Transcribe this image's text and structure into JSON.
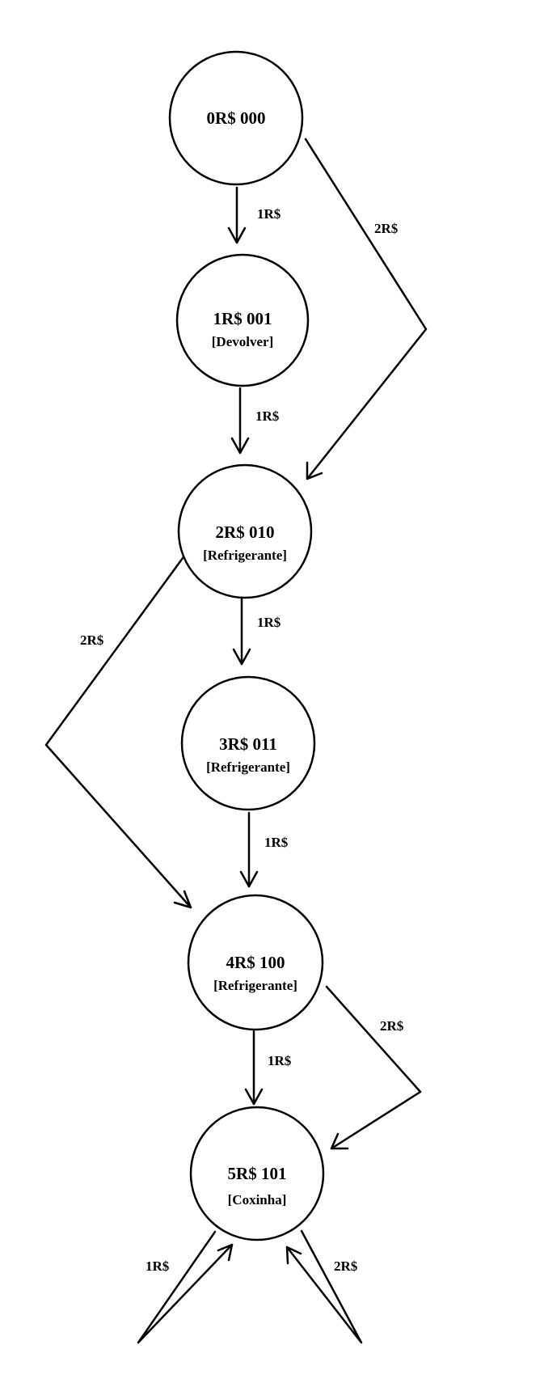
{
  "states": [
    {
      "id": "s0",
      "name": "0R$ 000",
      "output": ""
    },
    {
      "id": "s1",
      "name": "1R$ 001",
      "output": "[Devolver]"
    },
    {
      "id": "s2",
      "name": "2R$ 010",
      "output": "[Refrigerante]"
    },
    {
      "id": "s3",
      "name": "3R$ 011",
      "output": "[Refrigerante]"
    },
    {
      "id": "s4",
      "name": "4R$ 100",
      "output": "[Refrigerante]"
    },
    {
      "id": "s5",
      "name": "5R$ 101",
      "output": "[Coxinha]"
    }
  ],
  "transitions": [
    {
      "from": "0R$ 000",
      "to": "1R$ 001",
      "label": "1R$"
    },
    {
      "from": "0R$ 000",
      "to": "2R$ 010",
      "label": "2R$"
    },
    {
      "from": "1R$ 001",
      "to": "2R$ 010",
      "label": "1R$"
    },
    {
      "from": "2R$ 010",
      "to": "3R$ 011",
      "label": "1R$"
    },
    {
      "from": "2R$ 010",
      "to": "4R$ 100",
      "label": "2R$"
    },
    {
      "from": "3R$ 011",
      "to": "4R$ 100",
      "label": "1R$"
    },
    {
      "from": "4R$ 100",
      "to": "5R$ 101",
      "label": "1R$"
    },
    {
      "from": "4R$ 100",
      "to": "5R$ 101",
      "label": "2R$"
    },
    {
      "from": "5R$ 101",
      "to": "5R$ 101",
      "label": "1R$"
    },
    {
      "from": "5R$ 101",
      "to": "5R$ 101",
      "label": "2R$"
    }
  ]
}
